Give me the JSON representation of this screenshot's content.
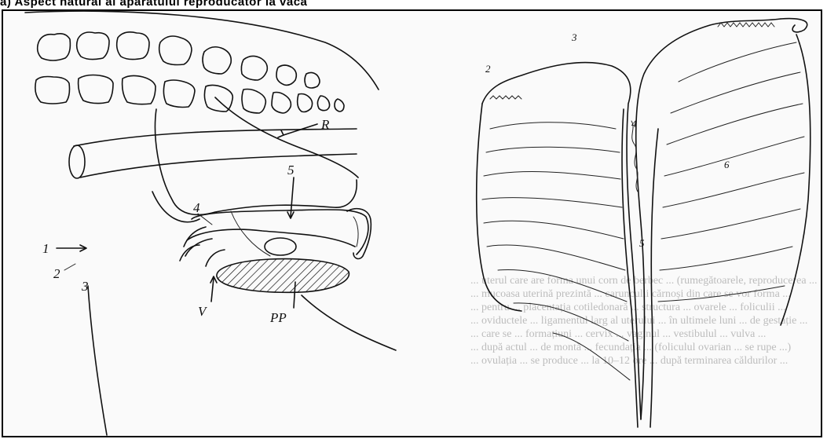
{
  "caption": "a) Aspect natural al aparatului reproducător la vacă",
  "left_figure": {
    "labels": {
      "r": "R",
      "five": "5",
      "four": "4",
      "one": "1",
      "two": "2",
      "three": "3",
      "v": "V",
      "pp": "PP"
    }
  },
  "right_figure": {
    "labels": {
      "two": "2",
      "three": "3",
      "four": "4",
      "five": "5",
      "six": "6"
    }
  },
  "faint_text_lines": [
    "... uterul care are forma unui corn de berbec ... (rumegătoarele, reproducerea ...",
    "... mucoasa uterină prezintă ... carunculii cărnoși din care se vor forma ...",
    "... pentru ... placentația cotiledonară ... structura ... ovarele ... foliculii ...",
    "... oviductele ... ligamentul larg al uterului ... în ultimele luni ... de gestație ...",
    "... care se ... formațiuni ... cervix ... vaginul ... vestibulul ... vulva ...",
    "... după actul ... de montă ... fecundația ... (foliculul ovarian ... se rupe ...)",
    "... ovulația ... se produce ... la 10–12 ore ... după terminarea căldurilor ..."
  ]
}
